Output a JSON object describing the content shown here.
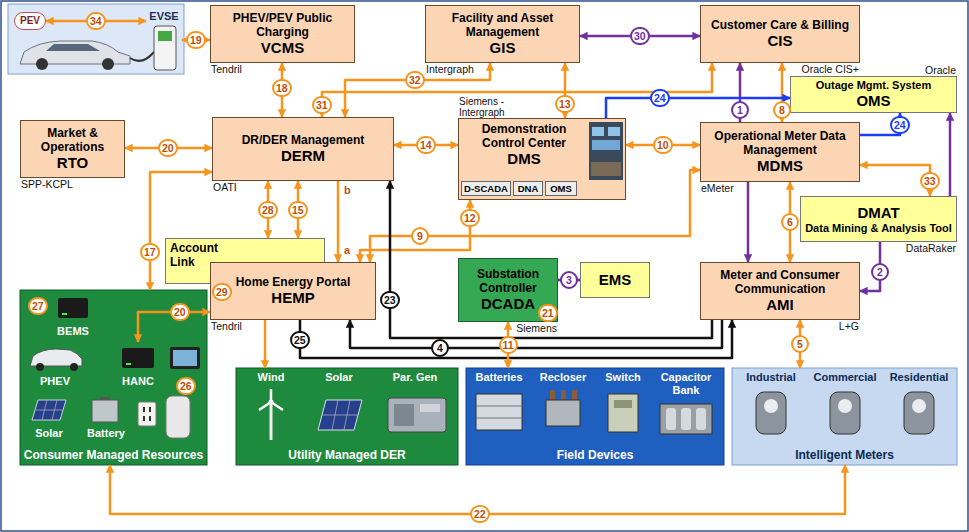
{
  "diagram": {
    "nodes": [
      {
        "text": [
          "PEV"
        ]
      },
      {
        "text": [
          "EVSE"
        ]
      },
      {
        "text": [
          "PHEV/PEV Public Charging",
          "VCMS",
          "Tendril"
        ]
      },
      {
        "text": [
          "Facility and Asset Management",
          "GIS",
          "Intergraph"
        ]
      },
      {
        "text": [
          "Customer Care & Billing",
          "CIS",
          "Oracle CIS+"
        ]
      },
      {
        "text": [
          "Market & Operations",
          "RTO",
          "SPP-KCPL"
        ]
      },
      {
        "text": [
          "DR/DER Management",
          "DERM",
          "OATI"
        ]
      },
      {
        "text": [
          "Demonstration Control Center",
          "DMS",
          "Siemens - Intergraph"
        ]
      },
      {
        "text": [
          "D-SCADA"
        ],
        "in": 7
      },
      {
        "text": [
          "DNA"
        ],
        "in": 7
      },
      {
        "text": [
          "OMS"
        ],
        "in": 7
      },
      {
        "text": [
          "Outage Mgmt. System",
          "OMS",
          "Oracle"
        ]
      },
      {
        "text": [
          "Operational Meter Data Management",
          "MDMS",
          "eMeter"
        ]
      },
      {
        "text": [
          "DMAT",
          "Data Mining & Analysis Tool",
          "DataRaker"
        ]
      },
      {
        "text": [
          "Account Link"
        ]
      },
      {
        "text": [
          "Home Energy Portal",
          "HEMP",
          "Tendril"
        ]
      },
      {
        "text": [
          "Substation Controller",
          "DCADA",
          "Siemens"
        ]
      },
      {
        "text": [
          "EMS"
        ]
      },
      {
        "text": [
          "Meter and Consumer Communication",
          "AMI",
          "L+G"
        ]
      },
      {
        "text": [
          "Consumer Managed Resources"
        ]
      },
      {
        "text": [
          "BEMS"
        ],
        "in": 19
      },
      {
        "text": [
          "PHEV"
        ],
        "in": 19
      },
      {
        "text": [
          "HANC"
        ],
        "in": 19
      },
      {
        "text": [
          "Solar"
        ],
        "in": 19
      },
      {
        "text": [
          "Battery"
        ],
        "in": 19
      },
      {
        "text": [
          "Utility Managed DER"
        ]
      },
      {
        "text": [
          "Wind"
        ],
        "in": 25
      },
      {
        "text": [
          "Solar"
        ],
        "in": 25
      },
      {
        "text": [
          "Par. Gen"
        ],
        "in": 25
      },
      {
        "text": [
          "Field Devices"
        ]
      },
      {
        "text": [
          "Batteries"
        ],
        "in": 29
      },
      {
        "text": [
          "Recloser"
        ],
        "in": 29
      },
      {
        "text": [
          "Switch"
        ],
        "in": 29
      },
      {
        "text": [
          "Capacitor Bank"
        ],
        "in": 29
      },
      {
        "text": [
          "Intelligent Meters"
        ]
      },
      {
        "text": [
          "Industrial"
        ],
        "in": 34
      },
      {
        "text": [
          "Commercial"
        ],
        "in": 34
      },
      {
        "text": [
          "Residential"
        ],
        "in": 34
      }
    ],
    "edges": [
      {
        "from": 0,
        "to": 1,
        "arrow": "both",
        "label": "34"
      },
      {
        "from": 1,
        "to": 2,
        "arrow": "both",
        "label": "19"
      },
      {
        "from": 3,
        "to": 4,
        "arrow": "both",
        "label": "30"
      },
      {
        "from": 2,
        "to": 6,
        "arrow": "both",
        "label": "18"
      },
      {
        "from": 6,
        "to": 4,
        "arrow": "both",
        "label": "31"
      },
      {
        "from": 6,
        "to": 3,
        "arrow": "both",
        "label": "32"
      },
      {
        "from": 3,
        "to": 7,
        "arrow": "both",
        "label": "13"
      },
      {
        "from": 12,
        "to": 4,
        "arrow": "to",
        "label": "1"
      },
      {
        "from": 12,
        "to": 4,
        "arrow": "both",
        "label": "8"
      },
      {
        "from": 7,
        "to": 11,
        "arrow": "to",
        "label": "24"
      },
      {
        "from": 12,
        "to": 11,
        "arrow": "to",
        "label": "24"
      },
      {
        "from": 5,
        "to": 6,
        "arrow": "both",
        "label": "20"
      },
      {
        "from": 6,
        "to": 7,
        "arrow": "both",
        "label": "14"
      },
      {
        "from": 7,
        "to": 12,
        "arrow": "both",
        "label": "10"
      },
      {
        "from": 12,
        "to": 13,
        "arrow": "both",
        "label": "33"
      },
      {
        "from": 13,
        "to": 11,
        "arrow": "to"
      },
      {
        "from": 6,
        "to": 19,
        "arrow": "both",
        "label": "17"
      },
      {
        "from": 6,
        "to": 14,
        "arrow": "both",
        "label": "28"
      },
      {
        "from": 6,
        "to": 14,
        "arrow": "both",
        "label": "15"
      },
      {
        "from": 6,
        "to": 15,
        "arrow": "to"
      },
      {
        "from": 15,
        "to": 12,
        "arrow": "both",
        "label": "9"
      },
      {
        "from": 7,
        "to": 15,
        "arrow": "both",
        "label": "12"
      },
      {
        "from": 16,
        "to": 17,
        "arrow": "both",
        "label": "3"
      },
      {
        "from": 12,
        "to": 18,
        "arrow": "both",
        "label": "6"
      },
      {
        "from": 12,
        "to": 18,
        "arrow": "to"
      },
      {
        "from": 13,
        "to": 18,
        "arrow": "to",
        "label": "2"
      },
      {
        "from": 18,
        "to": 6,
        "arrow": "to",
        "label": "23"
      },
      {
        "from": 18,
        "to": 15,
        "arrow": "to",
        "label": "4"
      },
      {
        "from": 15,
        "to": 18,
        "arrow": "to",
        "label": "25"
      },
      {
        "from": 16,
        "to": 29,
        "arrow": "both",
        "label": "11"
      },
      {
        "from": 18,
        "to": 34,
        "arrow": "both",
        "label": "5"
      },
      {
        "from": 15,
        "to": 22,
        "arrow": "both",
        "label": "20"
      },
      {
        "from": 15,
        "to": 25,
        "arrow": "to"
      },
      {
        "from": 19,
        "to": 34,
        "arrow": "both",
        "label": "22"
      }
    ],
    "labels": [
      "b",
      "a",
      "29",
      "21",
      "27",
      "26"
    ]
  }
}
